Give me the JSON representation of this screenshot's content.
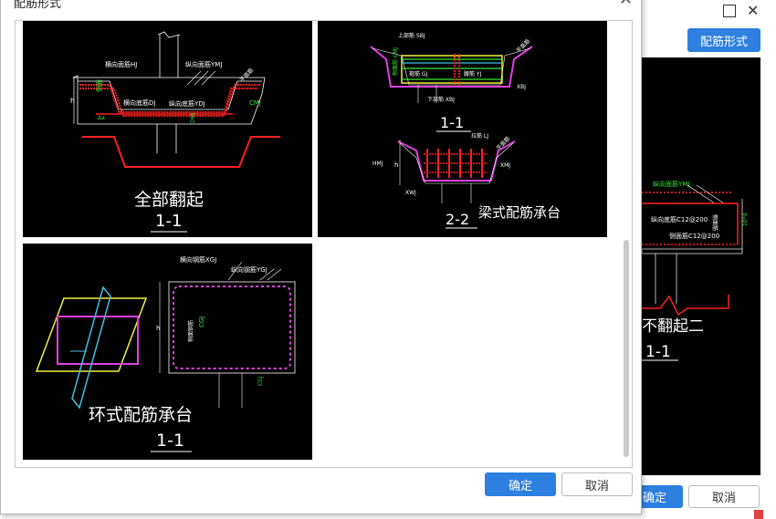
{
  "background_window": {
    "form_button_label": "配筋形式",
    "ok_label": "确定",
    "cancel_label": "取消",
    "preview": {
      "title": "不翻起二",
      "section": "1-1",
      "label_top": "纵向面筋YMJ",
      "label_mid": "纵向底筋C12@200",
      "label_side1": "侧面筋C12@200",
      "label_side2": "侧面筋",
      "label_small": "10*d"
    }
  },
  "dialog": {
    "title": "配筋形式",
    "ok_label": "确定",
    "cancel_label": "取消",
    "options": [
      {
        "title": "全部翻起",
        "section": "1-1",
        "labels": {
          "hj": "横向面筋HJ",
          "ymj": "纵向面筋YMJ",
          "pmj": "平面筋",
          "xdj": "横向底筋DJ",
          "ydj": "纵向底筋YDJ",
          "cmj": "CMJ",
          "dmj": "DMJ",
          "h": "h",
          "angle": "Δa",
          "side": "侧面"
        }
      },
      {
        "title": "梁式配筋承台",
        "section_a": "1-1",
        "section_b": "2-2",
        "labels": {
          "top": "上部筋 SBJ",
          "stirrup": "箍筋 GJ",
          "side1": "侧面筋 CMJ",
          "side2": "腰筋 YJ",
          "bottom": "下部筋 XBJ",
          "right": "XBJ",
          "tie": "拉筋 LJ",
          "slope": "平面筋",
          "hmj": "HMJ",
          "xmj": "XMJ",
          "xwj": "XWJ",
          "h": "h"
        }
      },
      {
        "title": "环式配筋承台",
        "section": "1-1",
        "labels": {
          "xgj": "横向钢筋XGJ",
          "ygj": "纵向钢筋YGJ",
          "cmgj": "侧面钢筋",
          "cgj": "CGJ",
          "cgj2": "CGJ",
          "h": "h"
        }
      }
    ]
  },
  "colors": {
    "accent": "#2d7fe0",
    "cad_bg": "#000000",
    "cad_white": "#ffffff",
    "cad_red": "#ff2020",
    "cad_green": "#39e639",
    "cad_magenta": "#e040e0",
    "cad_yellow": "#f0f040",
    "cad_cyan": "#40c0e0"
  }
}
